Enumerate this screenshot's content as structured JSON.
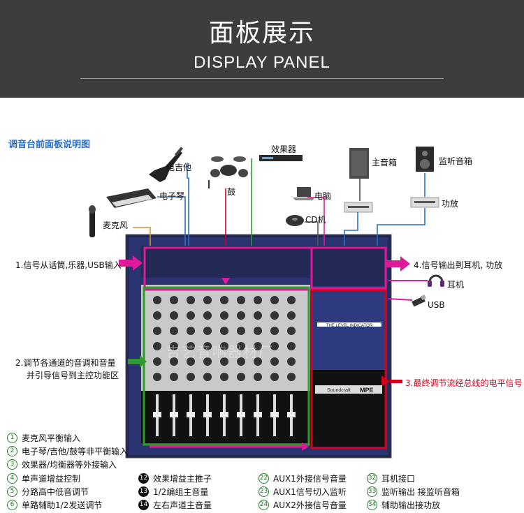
{
  "header": {
    "title": "面板展示",
    "subtitle": "DISPLAY PANEL"
  },
  "diagram_title": "调音台前面板说明图",
  "devices": {
    "guitar": "电吉他",
    "drums": "鼓",
    "effects": "效果器",
    "keyboard": "电子琴",
    "mic": "麦克风",
    "main_speaker": "主音箱",
    "monitor_speaker": "监听音箱",
    "amp": "功放",
    "computer": "电脑",
    "cd": "CD机",
    "headphone": "耳机",
    "usb": "USB"
  },
  "callouts": {
    "input": "1.信号从话筒,乐器,USB输入",
    "adjust_line1": "2.调节各通道的音调和音量",
    "adjust_line2": "并引导信号到主控功能区",
    "output": "4.信号输出到耳机, 功放",
    "final": "3.最终调节流经总线的电平信号"
  },
  "panel": {
    "level_indicator": "THE LEVEL INDICATOR",
    "brand": "Soundcraft",
    "model": "MPE",
    "watermark": "吉艺音响器材厂"
  },
  "legend": [
    {
      "num": "1",
      "text": "麦克风平衡输入"
    },
    {
      "num": "2",
      "text": "电子琴/吉他/鼓等非平衡输入"
    },
    {
      "num": "3",
      "text": "效果器/均衡器等外接输入"
    },
    {
      "num": "4",
      "text": "单声道增益控制"
    },
    {
      "num": "5",
      "text": "分路高中低音调节"
    },
    {
      "num": "6",
      "text": "单路辅助1/2发送调节"
    },
    {
      "num": "12",
      "text": "效果增益主推子"
    },
    {
      "num": "13",
      "text": "1/2编组主音量"
    },
    {
      "num": "14",
      "text": "左右声道主音量"
    },
    {
      "num": "22",
      "text": "AUX1外接信号音量"
    },
    {
      "num": "23",
      "text": "AUX1信号切入监听"
    },
    {
      "num": "24",
      "text": "AUX2外接信号音量"
    },
    {
      "num": "32",
      "text": "耳机接口"
    },
    {
      "num": "33",
      "text": "监听输出 接监听音箱"
    },
    {
      "num": "34",
      "text": "辅助输出接功放"
    }
  ],
  "colors": {
    "header_bg": "#3d3d3d",
    "panel_blue": "#2b3470",
    "accent_pink": "#e0189a",
    "accent_red": "#d0021b",
    "accent_green": "#2f9a2f",
    "diagram_title": "#2a6fc9"
  }
}
